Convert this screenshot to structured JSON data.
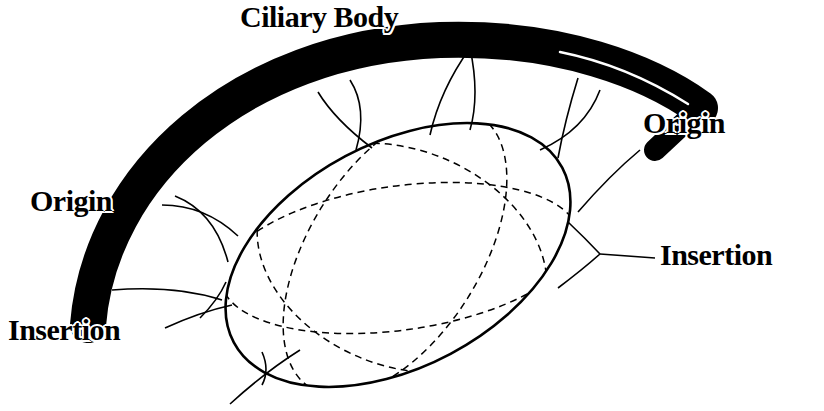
{
  "diagram": {
    "labels": [
      "Ciliary Body",
      "Origin",
      "Origin",
      "Insertion",
      "Insertion"
    ]
  }
}
